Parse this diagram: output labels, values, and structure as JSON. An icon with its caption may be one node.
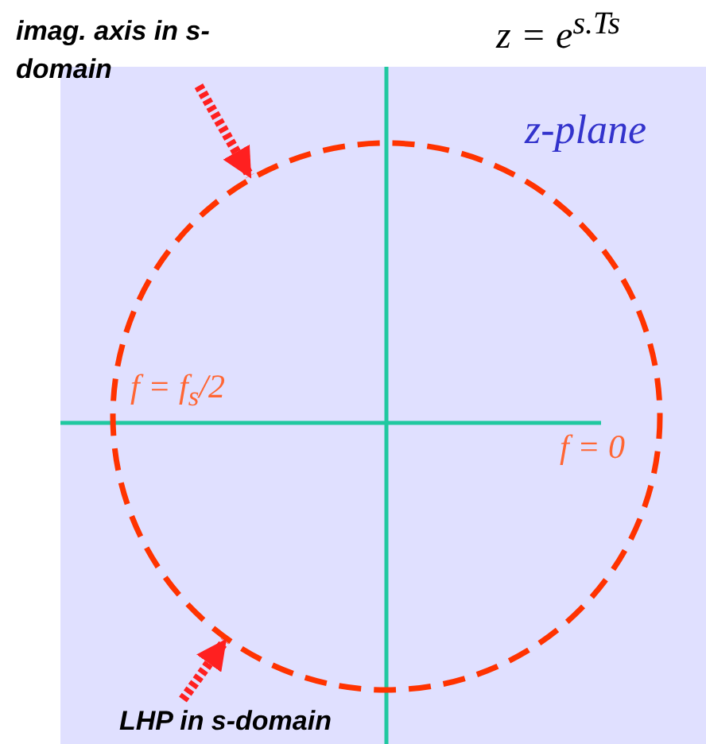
{
  "diagram": {
    "nodes": [
      {
        "text": [
          "imag. axis in s-domain"
        ]
      },
      {
        "text": [],
        "shape": "circle"
      },
      {
        "text": [
          "LHP in s-domain"
        ]
      }
    ],
    "edges": [
      {
        "from": 0,
        "to": 1,
        "arrow": "to"
      },
      {
        "from": 2,
        "to": 1,
        "arrow": "to"
      }
    ],
    "labels": [
      "z = e$^{s.Ts}$",
      "z-plane",
      "f = f$_{s}$/2",
      "f = 0"
    ]
  }
}
